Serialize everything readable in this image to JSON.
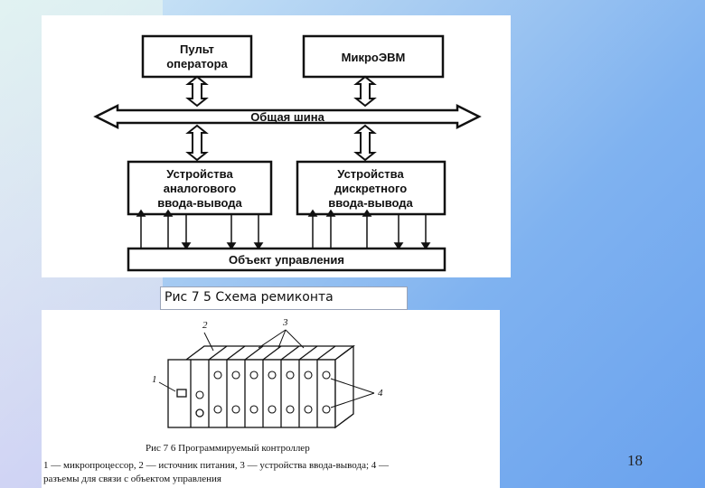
{
  "figure1": {
    "blocks": {
      "operator_console": [
        "Пульт",
        "оператора"
      ],
      "microcomputer": "МикроЭВМ",
      "common_bus": "Общая шина",
      "analog_io": [
        "Устройства",
        "аналогового",
        "ввода-вывода"
      ],
      "discrete_io": [
        "Устройства",
        "дискретного",
        "ввода-вывода"
      ],
      "control_object": "Объект управления"
    }
  },
  "caption1": "Рис 7 5 Схема ремиконта",
  "figure2": {
    "callouts": [
      "1",
      "2",
      "3",
      "4"
    ],
    "caption_title": "Рис 7 6  Программируемый контроллер",
    "legend_line1": "1 — микропроцессор, 2 — источник питания, 3 — устройства ввода-вывода; 4 —",
    "legend_line2": "разъемы для связи с объектом управления"
  },
  "page_number": "18"
}
